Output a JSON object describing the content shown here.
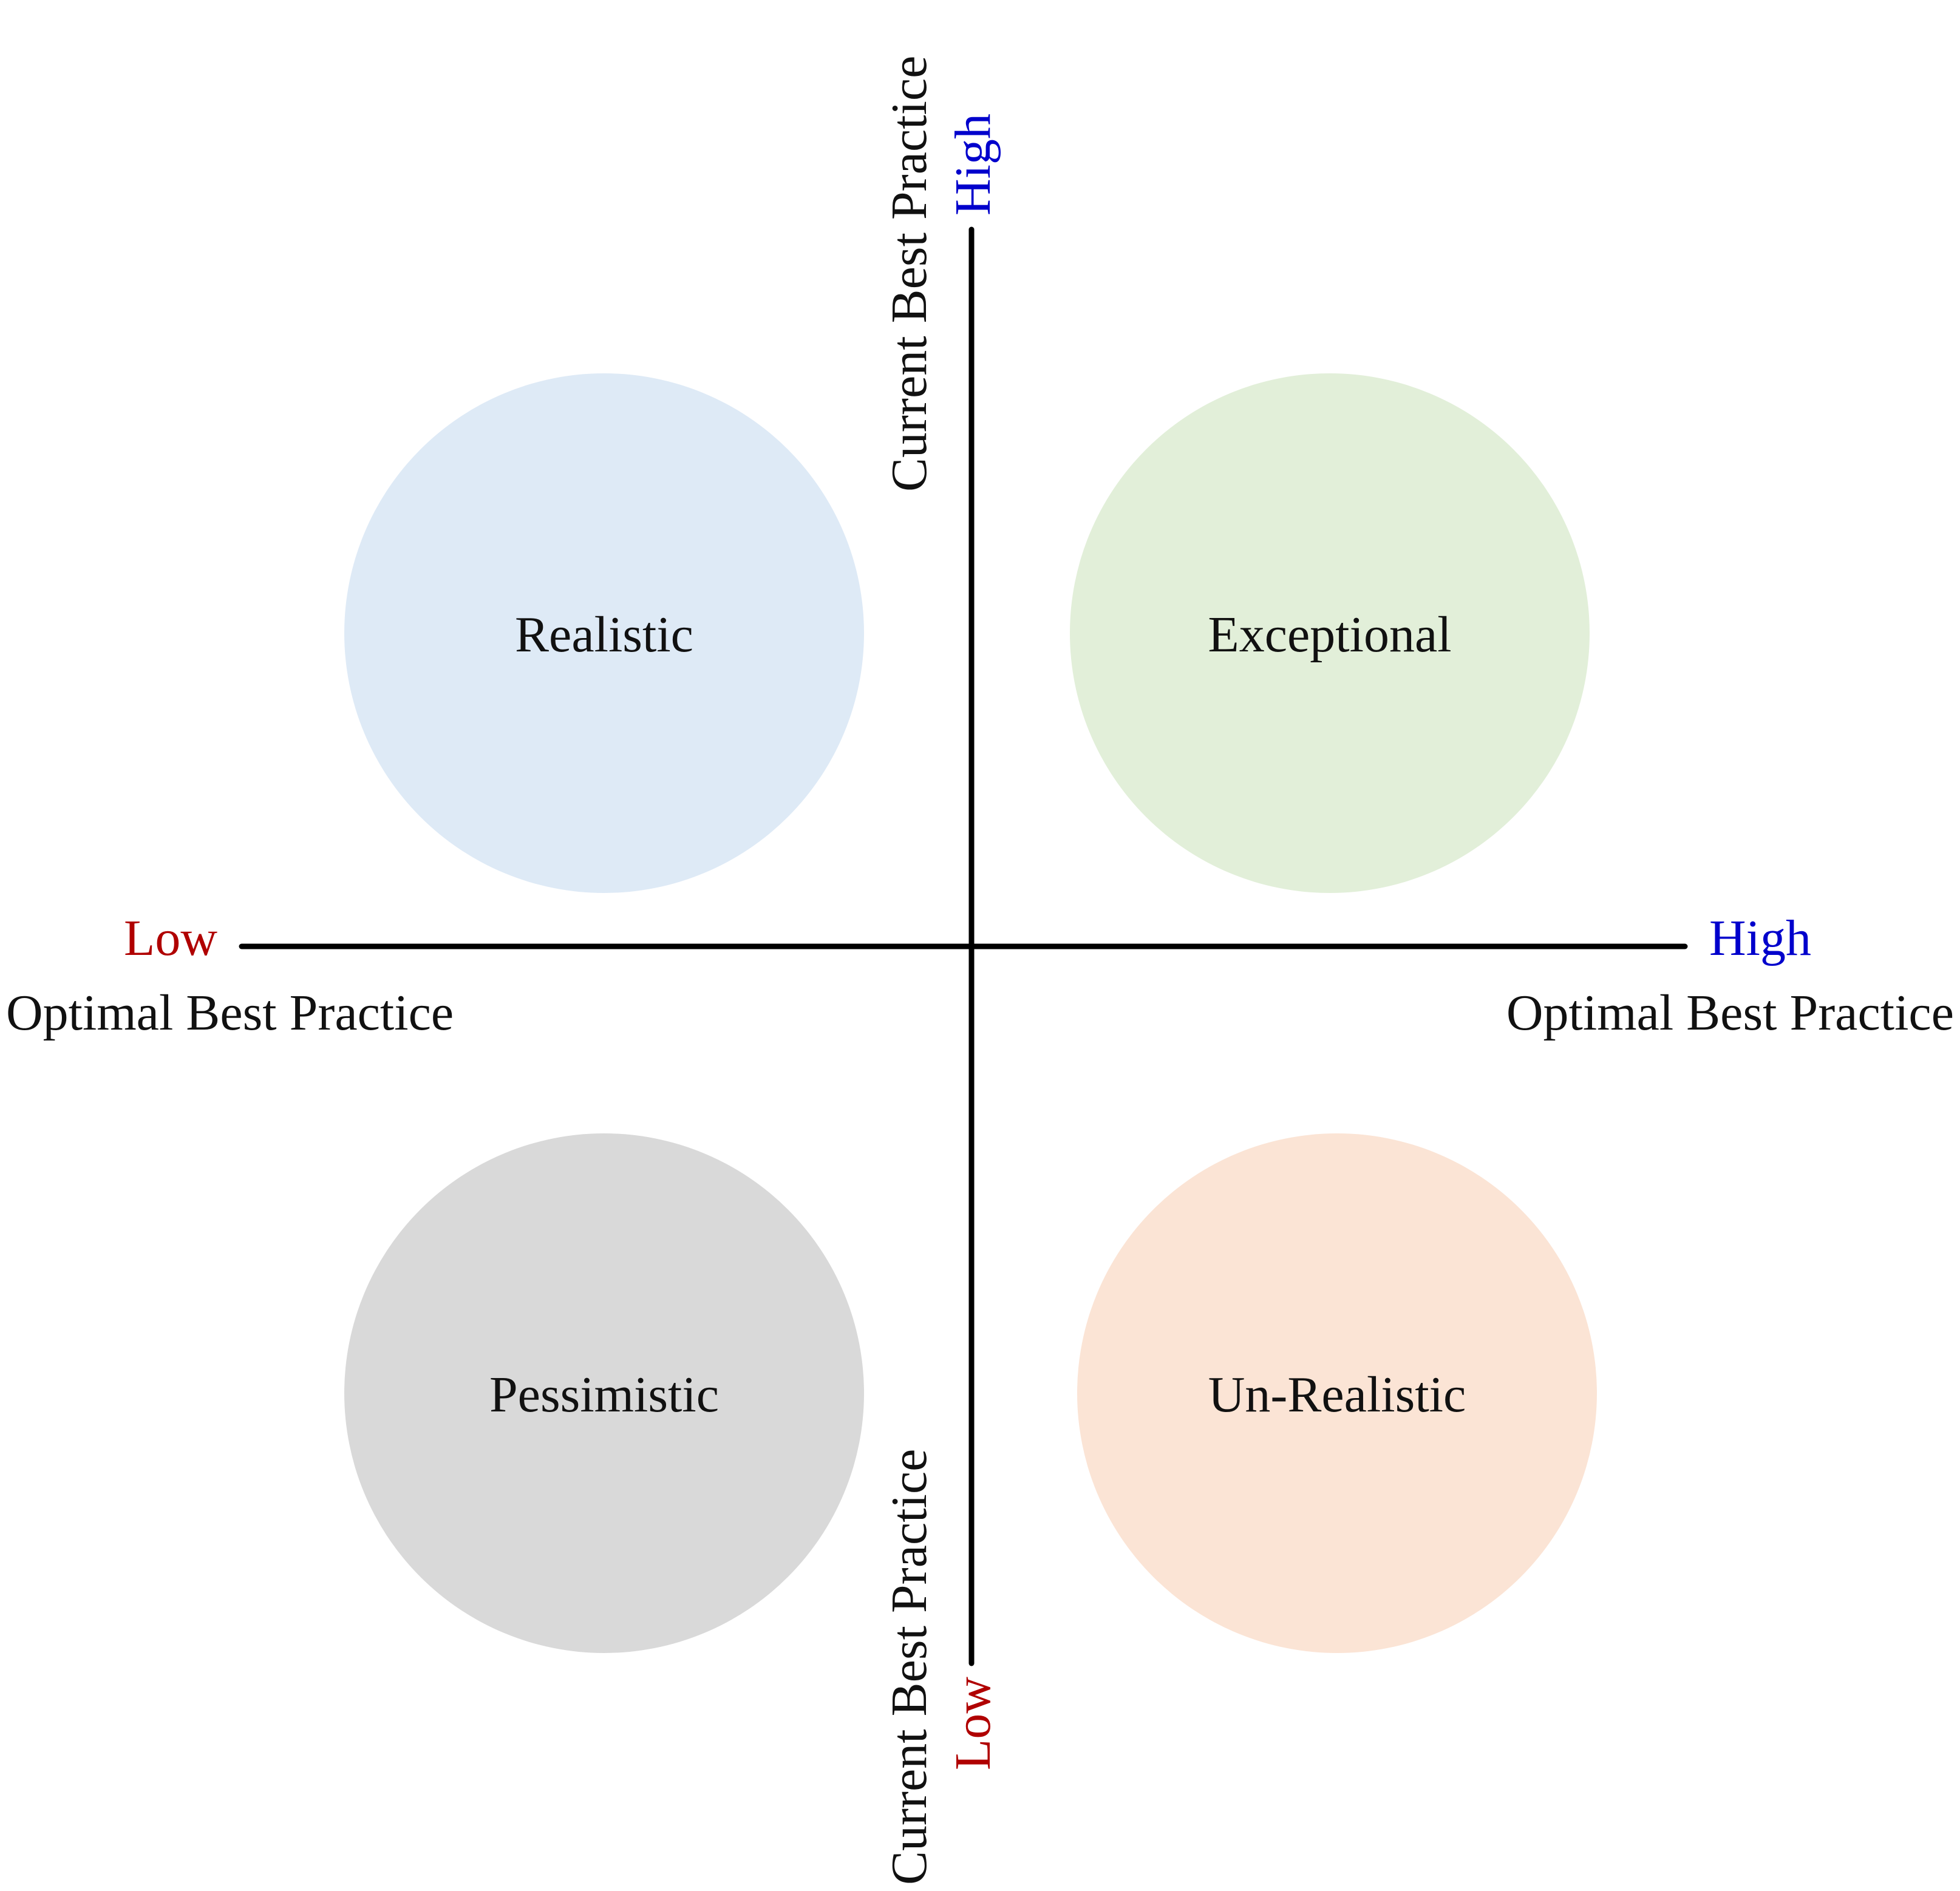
{
  "diagram": {
    "axes": {
      "horizontal": {
        "name_left": "Optimal Best Practice",
        "name_right": "Optimal Best Practice",
        "low_label": "Low",
        "high_label": "High"
      },
      "vertical": {
        "name_top": "Current Best Practice",
        "name_bottom": "Current Best Practice",
        "low_label": "Low",
        "high_label": "High"
      }
    },
    "colors": {
      "axis": "#000000",
      "low": "#b00000",
      "high": "#0000cc"
    },
    "quadrants": {
      "top_left": {
        "label": "Realistic",
        "color": "#deeaf6"
      },
      "top_right": {
        "label": "Exceptional",
        "color": "#e2efd9"
      },
      "bottom_left": {
        "label": "Pessimistic",
        "color": "#d9d9d9"
      },
      "bottom_right": {
        "label": "Un-Realistic",
        "color": "#fbe4d5"
      }
    }
  }
}
